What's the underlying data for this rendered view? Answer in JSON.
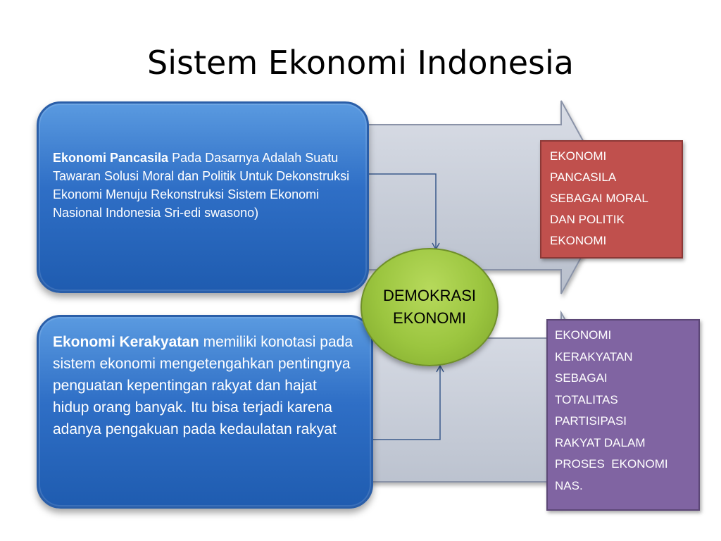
{
  "slide": {
    "title": "Sistem Ekonomi Indonesia"
  },
  "top_box": {
    "bold": "Ekonomi Pancasila",
    "text": " Pada Dasarnya Adalah Suatu Tawaran Solusi Moral dan Politik Untuk Dekonstruksi Ekonomi Menuju Rekonstruksi Sistem Ekonomi Nasional Indonesia Sri-edi swasono)"
  },
  "bottom_box": {
    "bold": "Ekonomi Kerakyatan",
    "text": " memiliki konotasi pada sistem ekonomi mengetengahkan pentingnya penguatan kepentingan rakyat dan hajat hidup orang banyak. Itu bisa terjadi karena adanya pengakuan pada kedaulatan rakyat"
  },
  "center": {
    "line1": "DEMOKRASI",
    "line2": "EKONOMI"
  },
  "red_box": {
    "lines": [
      "EKONOMI",
      "PANCASILA",
      "SEBAGAI MORAL",
      "DAN POLITIK",
      "EKONOMI"
    ]
  },
  "purple_box": {
    "lines": [
      "EKONOMI",
      "KERAKYATAN",
      "SEBAGAI",
      "TOTALITAS",
      "PARTISIPASI",
      "RAKYAT DALAM",
      "PROSES  EKONOMI",
      "NAS."
    ]
  },
  "colors": {
    "blue": "#2f6fc6",
    "red": "#c0504d",
    "purple": "#8064a2",
    "green": "#9bc53f",
    "arrow": "#c9cfdb"
  }
}
